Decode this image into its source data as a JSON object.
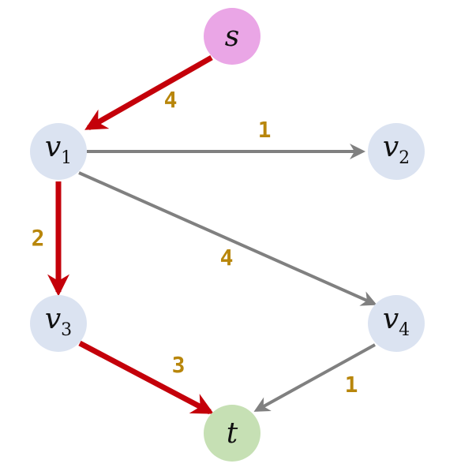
{
  "colors": {
    "highlight_edge": "#c4000a",
    "normal_edge": "#808080",
    "weight_text": "#b8860b",
    "source_node": "#eaa6e6",
    "sink_node": "#c6e0b4",
    "default_node": "#dbe3f1"
  },
  "nodes": [
    {
      "id": "s",
      "base": "s",
      "sub": "",
      "role": "source"
    },
    {
      "id": "v1",
      "base": "v",
      "sub": "1",
      "role": "default"
    },
    {
      "id": "v2",
      "base": "v",
      "sub": "2",
      "role": "default"
    },
    {
      "id": "v3",
      "base": "v",
      "sub": "3",
      "role": "default"
    },
    {
      "id": "v4",
      "base": "v",
      "sub": "4",
      "role": "default"
    },
    {
      "id": "t",
      "base": "t",
      "sub": "",
      "role": "sink"
    }
  ],
  "edges": [
    {
      "from": "s",
      "to": "v1",
      "weight": "4",
      "highlighted": true
    },
    {
      "from": "v1",
      "to": "v2",
      "weight": "1",
      "highlighted": false
    },
    {
      "from": "v1",
      "to": "v3",
      "weight": "2",
      "highlighted": true
    },
    {
      "from": "v1",
      "to": "v4",
      "weight": "4",
      "highlighted": false
    },
    {
      "from": "v3",
      "to": "t",
      "weight": "3",
      "highlighted": true
    },
    {
      "from": "v4",
      "to": "t",
      "weight": "1",
      "highlighted": false
    }
  ]
}
